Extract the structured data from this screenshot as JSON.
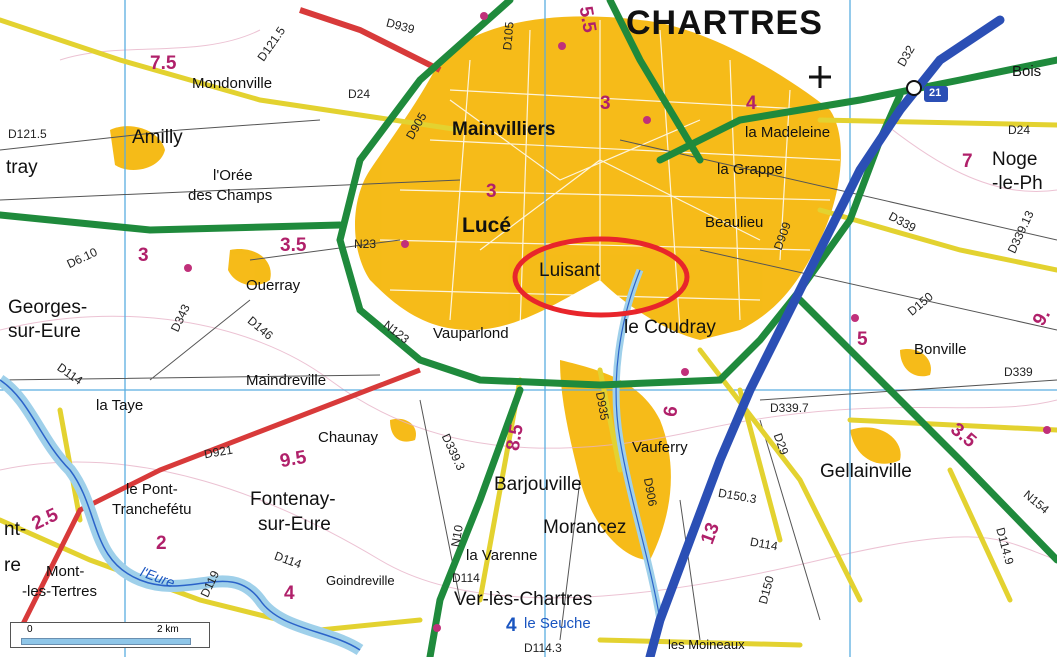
{
  "map": {
    "city": "CHARTRES",
    "places": {
      "mainvilliers": "Mainvilliers",
      "luce": "Lucé",
      "luisant": "Luisant",
      "la_madeleine": "la Madeleine",
      "la_grappe": "la Grappe",
      "beaulieu": "Beaulieu",
      "le_coudray": "le Coudray",
      "vauparlond": "Vauparlond",
      "mondonville": "Mondonville",
      "amilly": "Amilly",
      "oree_1": "l'Orée",
      "oree_2": "des Champs",
      "ouerray": "Ouerray",
      "georges_1": "Georges-",
      "georges_2": "sur-Eure",
      "maindreville": "Maindreville",
      "la_taye": "la Taye",
      "chaunay": "Chaunay",
      "fontenay_1": "Fontenay-",
      "fontenay_2": "sur-Eure",
      "pont_1": "le Pont-",
      "pont_2": "Tranchefétu",
      "barjouville": "Barjouville",
      "vauferry": "Vauferry",
      "morancez": "Morancez",
      "la_varenne": "la Varenne",
      "goindreville": "Goindreville",
      "ver_les_chartres": "Ver-lès-Chartres",
      "le_seuche": "le Seuche",
      "les_moineaux": "les Moineaux",
      "gellainville": "Gellainville",
      "bonville": "Bonville",
      "nogent_1": "Noge",
      "nogent_2": "-le-Ph",
      "bois": "Bois",
      "mont_1": "Mont-",
      "mont_2": "-les-Tertres",
      "tray": "tray",
      "nt": "nt-",
      "re": "re",
      "eure": "l'Eure",
      "sept": "7"
    },
    "roads": {
      "d939": "D939",
      "d121_5_top": "D121.5",
      "d121_5_left": "D121.5",
      "d105": "D105",
      "d24_left": "D24",
      "d24_right": "D24",
      "d905": "D905",
      "d32": "D32",
      "n23": "N23",
      "d6_10": "D6.10",
      "d343": "D343",
      "d146": "D146",
      "n123": "N123",
      "d114_left": "D114",
      "d921": "D921",
      "d339_3": "D339.3",
      "d339_7": "D339.7",
      "d29": "D29",
      "d339_right": "D339",
      "d339_13": "D339.13",
      "d150_right": "D150",
      "d150_3": "D150.3",
      "d114_right": "D114",
      "d114_9": "D114.9",
      "d150_bottom": "D150",
      "d114_3": "D114.3",
      "n10": "N10",
      "d114_bottom": "D114",
      "d935": "D935",
      "d906": "D906",
      "n154": "N154",
      "d114_mid": "D114",
      "d119": "D119",
      "d909": "D909"
    },
    "distances": {
      "d7_5": "7.5",
      "d3_left": "3",
      "d3_5_left": "3.5",
      "d3_city": "3",
      "d3_luce": "3",
      "d4_top": "4",
      "d5_right": "5",
      "d9_5": "9.5",
      "d8_5": "8.5",
      "d13": "13",
      "d3_5_right": "3.5",
      "d2_5": "2.5",
      "d2_bottom": "2",
      "d4_bottom": "4",
      "d6_mid": "6",
      "d9_edge": "9.",
      "d5_top": "5.5",
      "d4_eure": "4"
    },
    "motorway_number": "21",
    "scale": {
      "start": "0",
      "end": "2 km"
    },
    "colors": {
      "urban": "#f5b400",
      "main_road": "#1f8a3c",
      "motorway": "#2b4fb5",
      "secondary": "#e3d230",
      "red_road": "#d83a3a",
      "highlight": "#e8252b",
      "grid": "#5aaee0"
    }
  }
}
